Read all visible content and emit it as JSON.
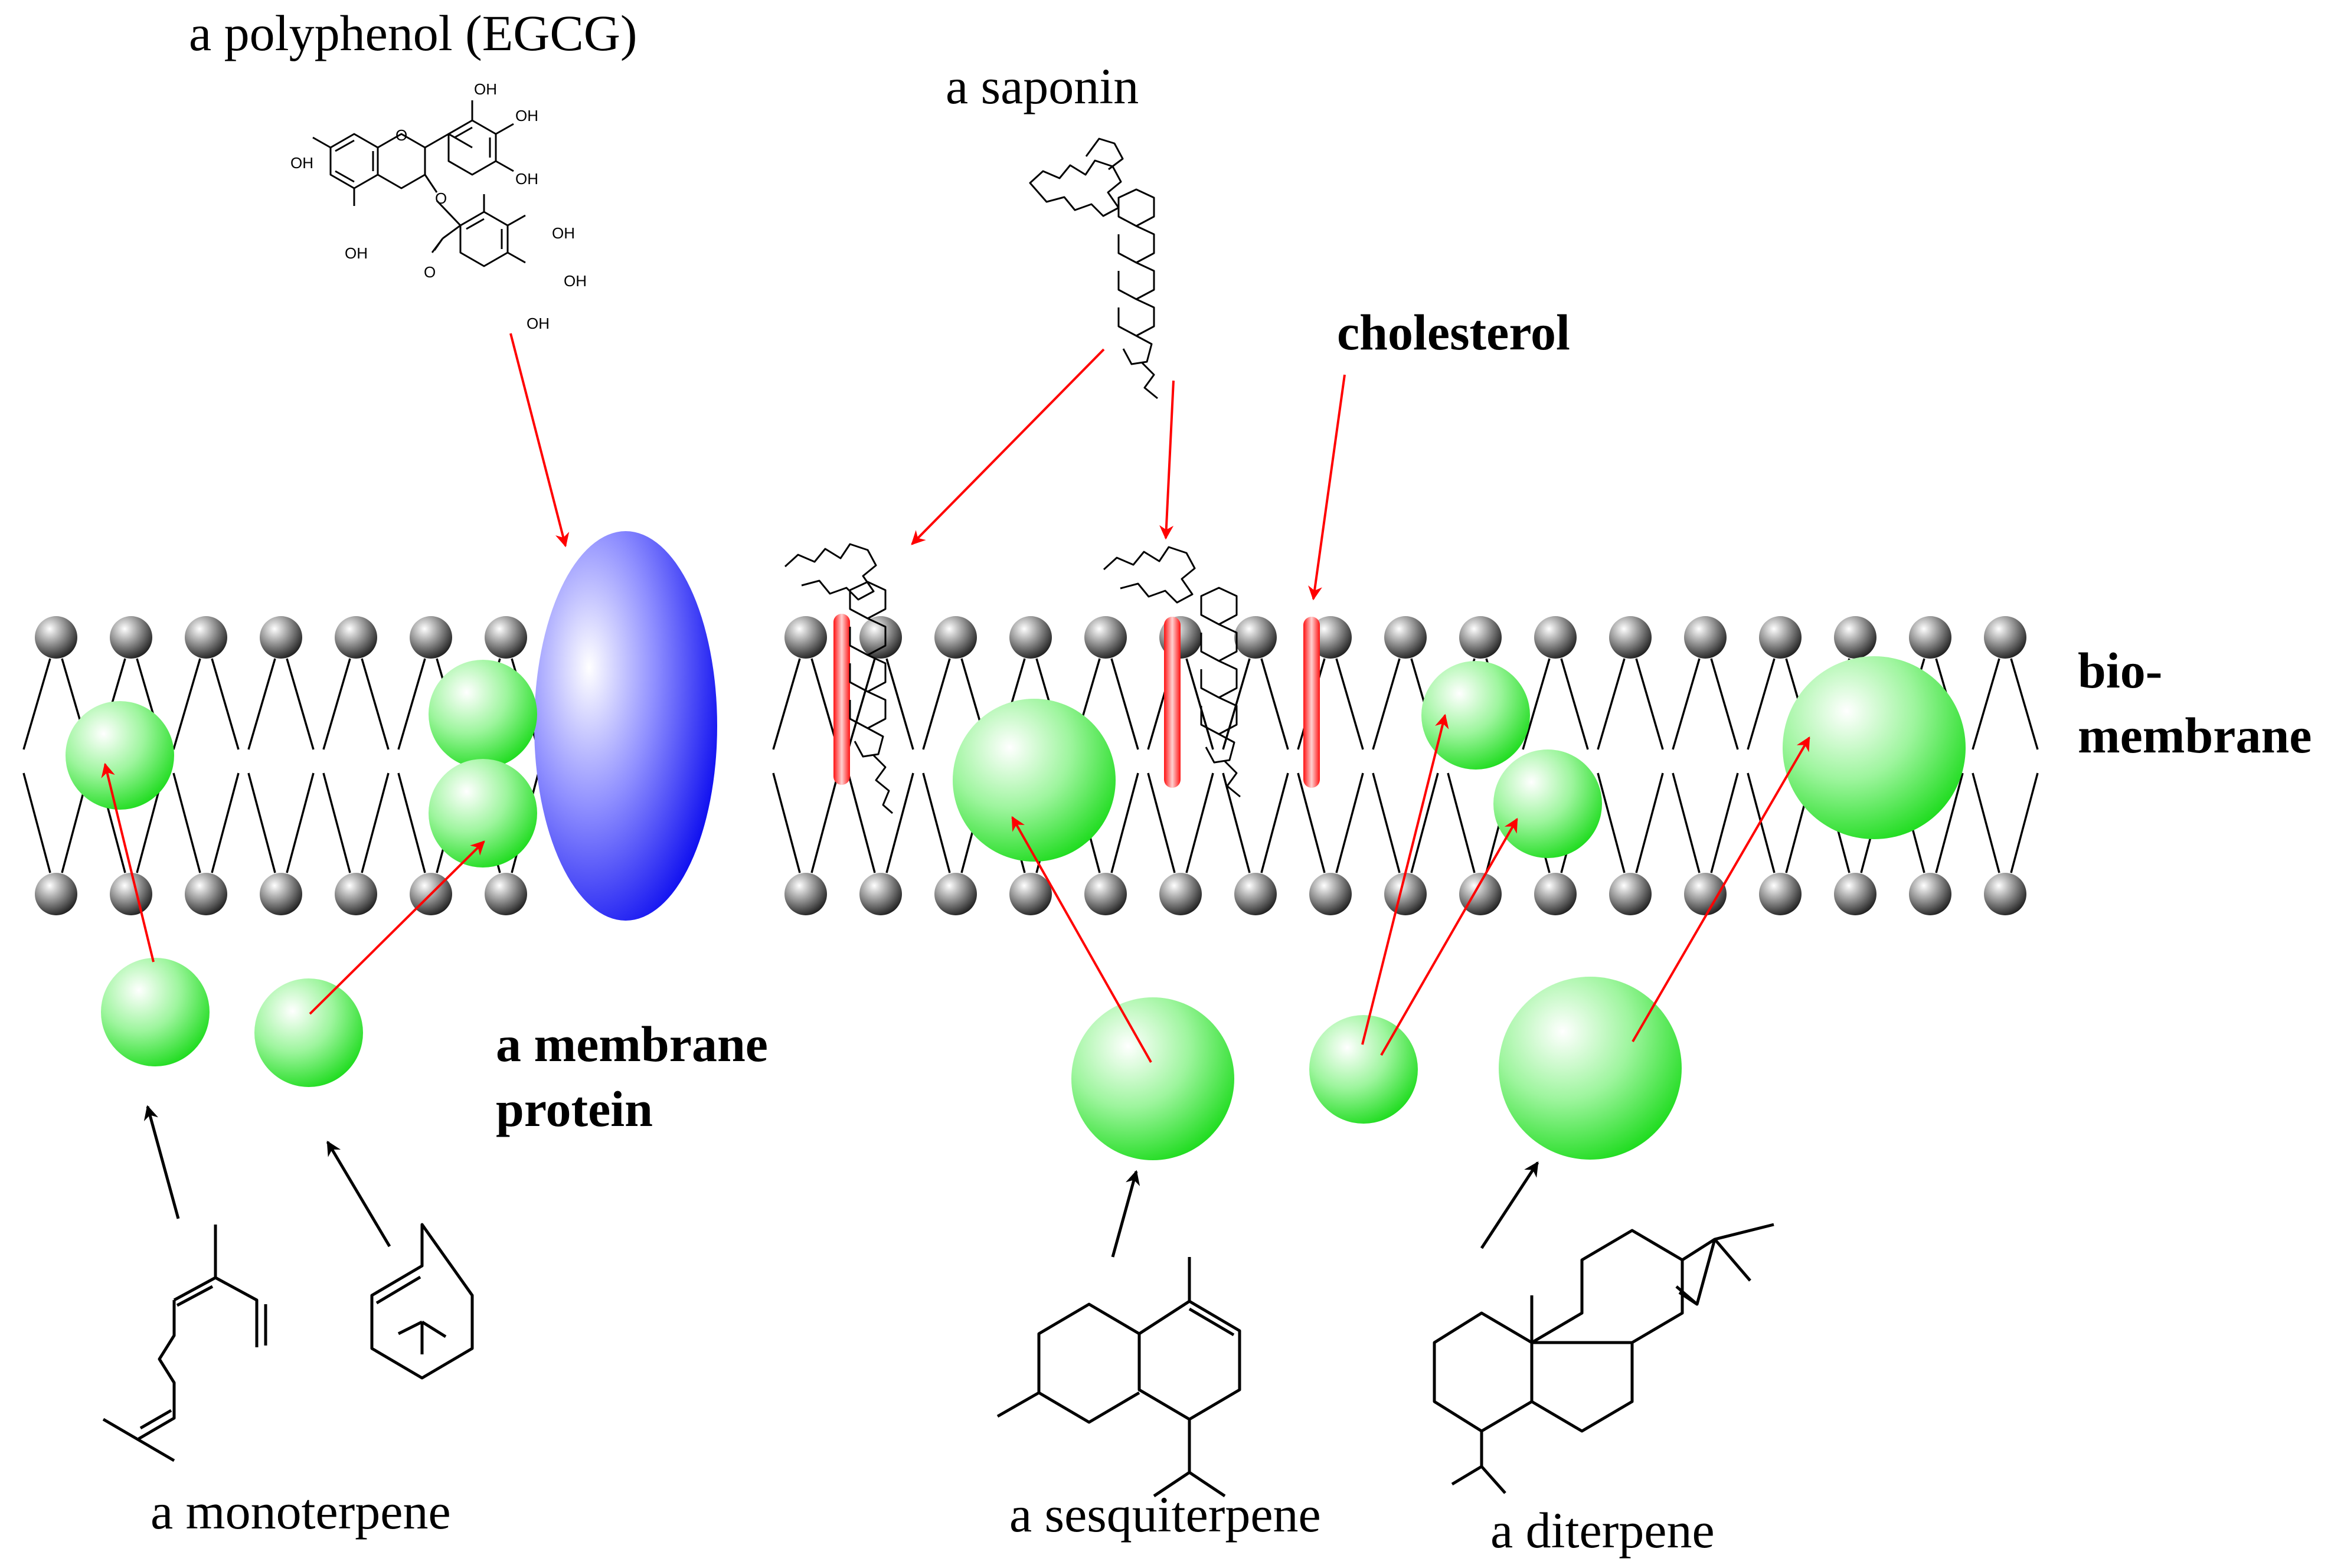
{
  "labels": {
    "polyphenol": "a polyphenol (EGCG)",
    "saponin": "a saponin",
    "cholesterol": "cholesterol",
    "biomembrane_line1": "bio-",
    "biomembrane_line2": "membrane",
    "membrane_protein_line1": "a membrane",
    "membrane_protein_line2": "protein",
    "monoterpene": "a monoterpene",
    "sesquiterpene": "a sesquiterpene",
    "diterpene": "a diterpene"
  },
  "egcg_substituents": {
    "oh": "OH",
    "ring_oxygen": "O",
    "ester_oxygen": "O"
  },
  "colors": {
    "terpene_sphere": "#22dd22",
    "membrane_protein": "#1a1aff",
    "cholesterol": "#ff2222",
    "lipid_head": "#333333",
    "arrow_red": "#ff0000",
    "arrow_black": "#000000"
  }
}
